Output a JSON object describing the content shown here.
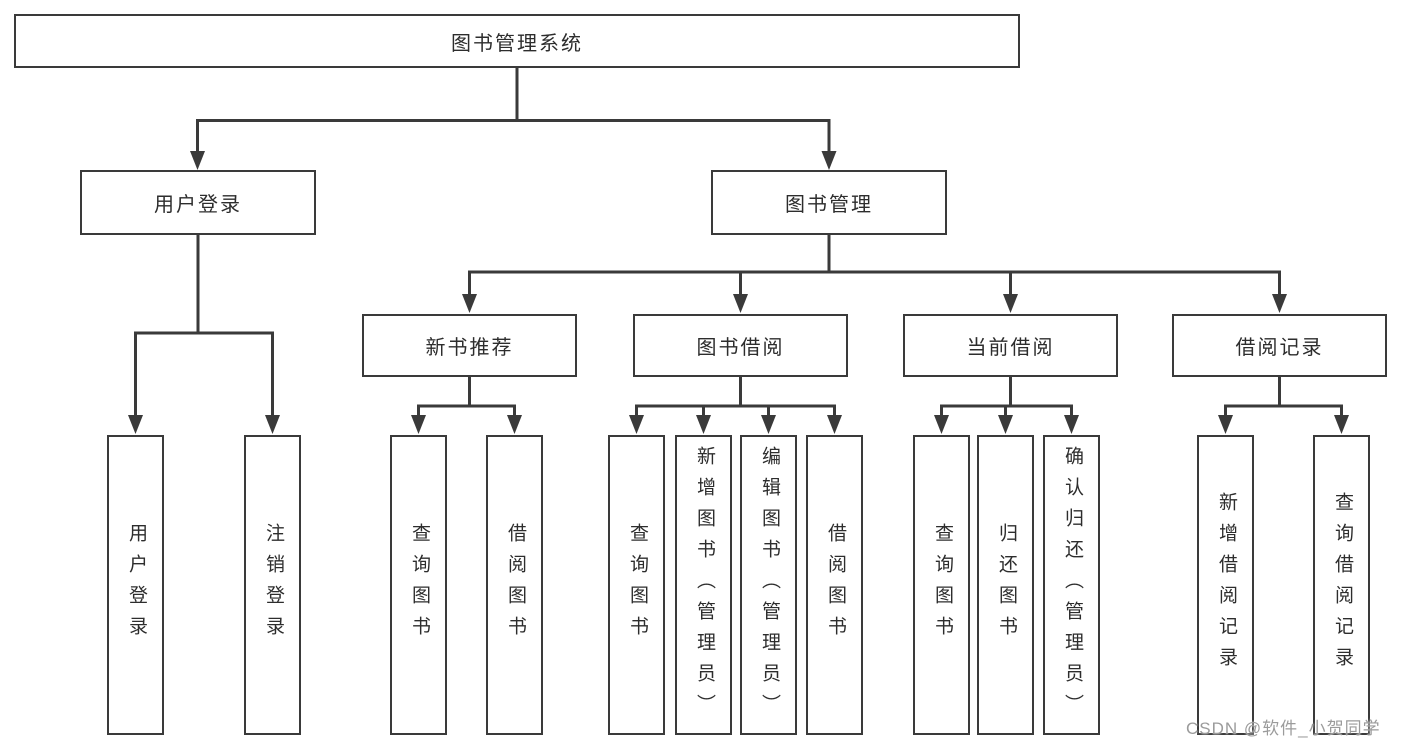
{
  "tree": {
    "root": "图书管理系统",
    "level2": [
      "用户登录",
      "图书管理"
    ],
    "level3": [
      "新书推荐",
      "图书借阅",
      "当前借阅",
      "借阅记录"
    ],
    "leaves": {
      "user_login": [
        "用户登录",
        "注销登录"
      ],
      "new_books": [
        "查询图书",
        "借阅图书"
      ],
      "book_borrow": [
        "查询图书",
        "新增图书（管理员）",
        "编辑图书（管理员）",
        "借阅图书"
      ],
      "current_borrow": [
        "查询图书",
        "归还图书",
        "确认归还（管理员）"
      ],
      "borrow_records": [
        "新增借阅记录",
        "查询借阅记录"
      ]
    }
  },
  "watermark": "CSDN @软件_小贺同学",
  "colors": {
    "line": "#3a3a3a",
    "box_border": "#3a3a3a",
    "text": "#2d2d2d",
    "watermark": "#9b9b9b",
    "background": "#ffffff"
  }
}
